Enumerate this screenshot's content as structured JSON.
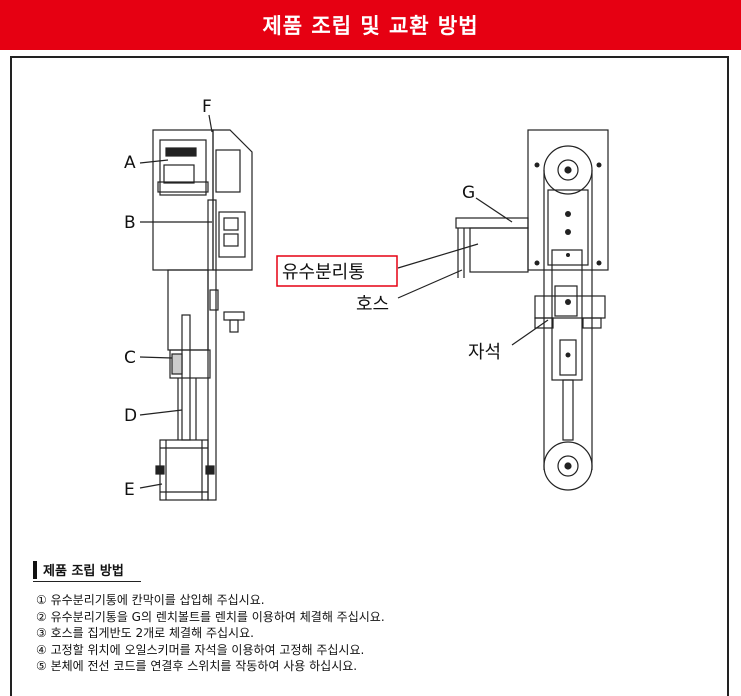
{
  "banner": {
    "title": "제품 조립 및 교환 방법",
    "color": "#e60012"
  },
  "diagram": {
    "left_labels": [
      "A",
      "B",
      "C",
      "D",
      "E",
      "F"
    ],
    "right_labels": {
      "g": "G",
      "separator": "유수분리통",
      "hose": "호스",
      "magnet": "자석"
    },
    "highlight_color": "#e60012"
  },
  "assembly": {
    "title": "제품 조립 방법",
    "steps": [
      "① 유수분리기통에 칸막이를 삽입해 주십시요.",
      "② 유수분리기통을 G의 렌치볼트를 렌치를 이용하여 체결해 주십시요.",
      "③ 호스를 집게반도 2개로 체결해 주십시요.",
      "④ 고정할 위치에 오일스키머를 자석을 이용하여 고정해 주십시요.",
      "⑤ 본체에 전선 코드를 연결후 스위치를 작동하여 사용 하십시요."
    ]
  }
}
